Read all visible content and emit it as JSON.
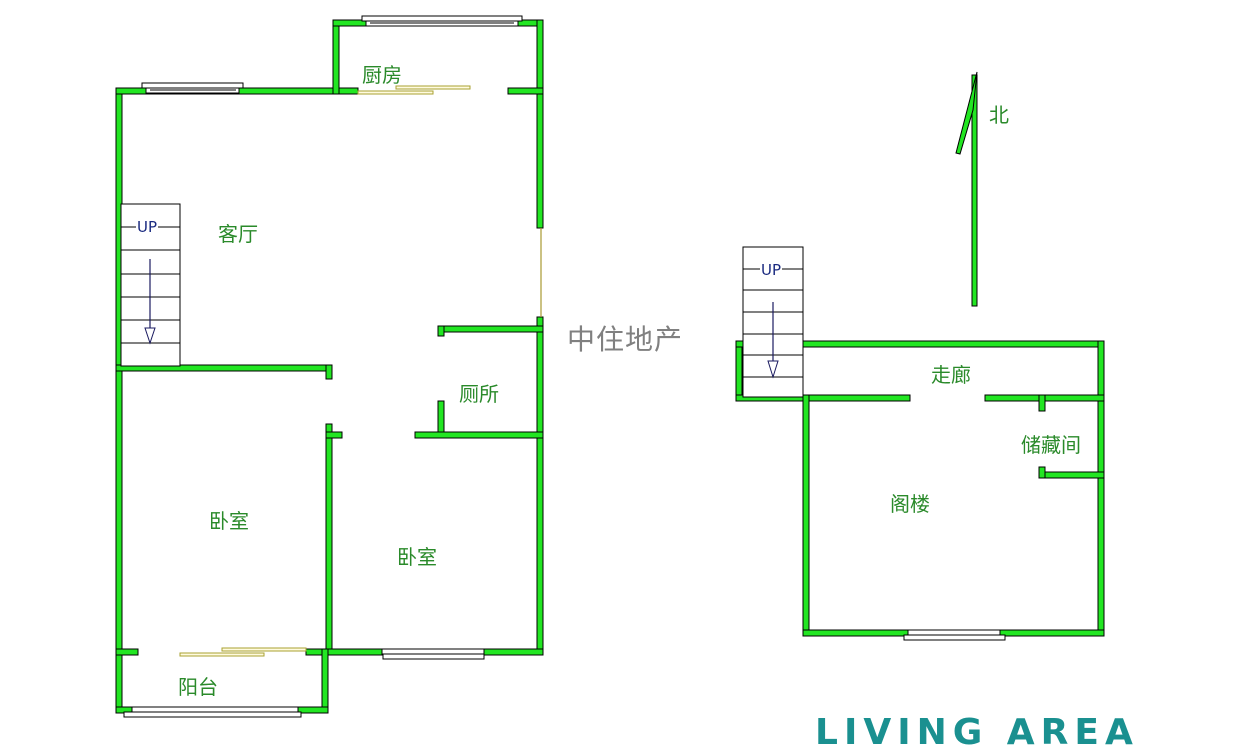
{
  "plan": {
    "floor1": {
      "rooms": {
        "kitchen": "厨房",
        "living_room": "客厅",
        "toilet": "厕所",
        "bedroom_left": "卧室",
        "bedroom_right": "卧室",
        "balcony": "阳台"
      },
      "stair_label": "UP"
    },
    "floor2": {
      "rooms": {
        "corridor": "走廊",
        "storage": "储藏间",
        "attic": "阁楼"
      },
      "stair_label": "UP"
    },
    "compass": {
      "label": "北"
    },
    "watermark": "中住地产",
    "bottom_text": "LIVING AREA",
    "colors": {
      "wall": "#22e622",
      "label": "#2a8a2a",
      "stair_text": "#1a2a80",
      "watermark": "#808080",
      "bottom_text": "#1a9090"
    }
  }
}
